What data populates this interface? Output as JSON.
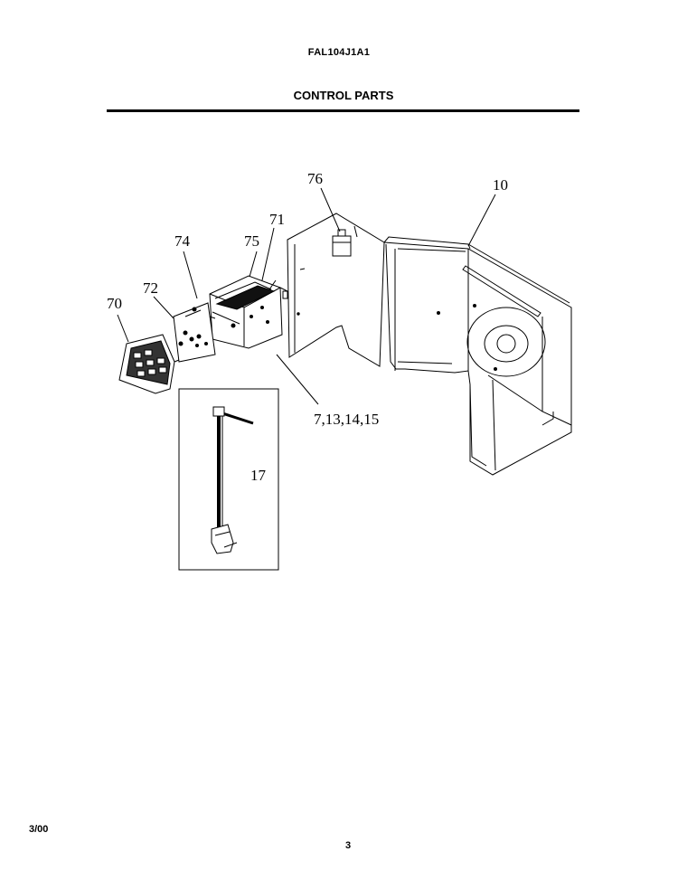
{
  "header": {
    "model": "FAL104J1A1",
    "title": "CONTROL PARTS"
  },
  "callouts": {
    "c10": "10",
    "c76": "76",
    "c71": "71",
    "c75": "75",
    "c74": "74",
    "c72": "72",
    "c70": "70",
    "c7": "7,13,14,15",
    "c17": "17"
  },
  "footer": {
    "date": "3/00",
    "page": "3"
  }
}
